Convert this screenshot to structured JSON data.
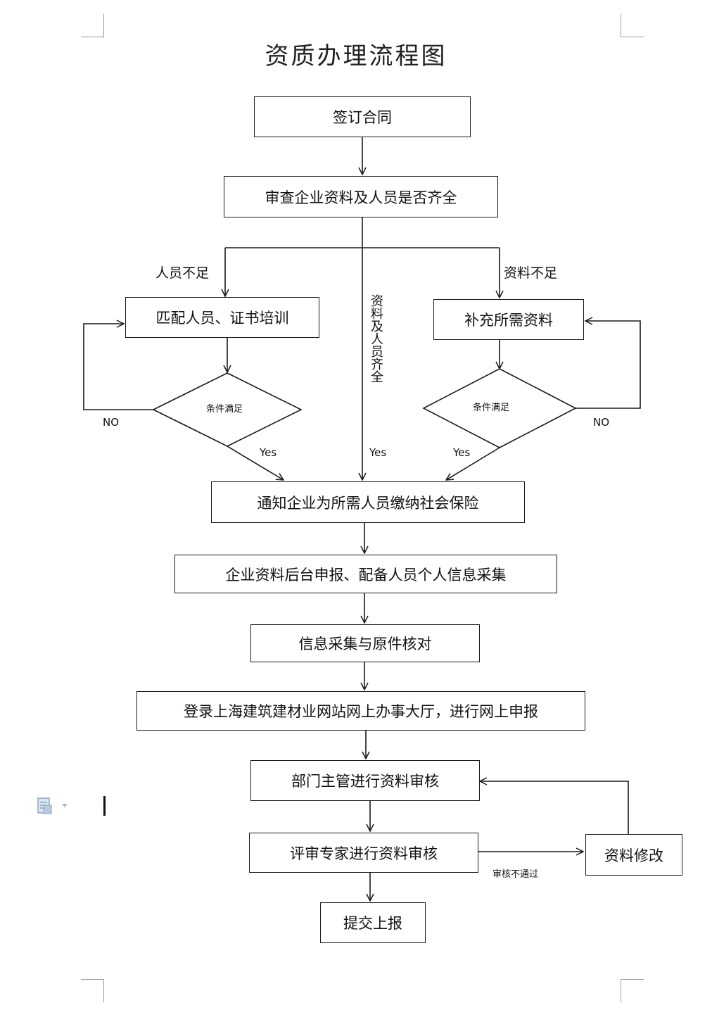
{
  "title": "资质办理流程图",
  "nodes": {
    "sign_contract": "签订合同",
    "review_materials": "审查企业资料及人员是否齐全",
    "match_personnel": "匹配人员、证书培训",
    "supplement_materials": "补充所需资料",
    "condition_left": "条件满足",
    "condition_right": "条件满足",
    "notify_insurance": "通知企业为所需人员缴纳社会保险",
    "backend_declare": "企业资料后台申报、配备人员个人信息采集",
    "info_verify": "信息采集与原件核对",
    "online_declare": "登录上海建筑建材业网站网上办事大厅，进行网上申报",
    "dept_review": "部门主管进行资料审核",
    "expert_review": "评审专家进行资料审核",
    "modify_materials": "资料修改",
    "submit_report": "提交上报"
  },
  "labels": {
    "personnel_short": "人员不足",
    "materials_short": "资料不足",
    "materials_complete": "资料及人员齐全",
    "yes_left": "Yes",
    "yes_center": "Yes",
    "yes_right": "Yes",
    "no_left": "NO",
    "no_right": "NO",
    "review_failed": "审核不通过"
  },
  "style": {
    "line_color": "#1a1a1a",
    "corner_color": "#9a9a9a",
    "icon_color": "#8fa6c4"
  }
}
